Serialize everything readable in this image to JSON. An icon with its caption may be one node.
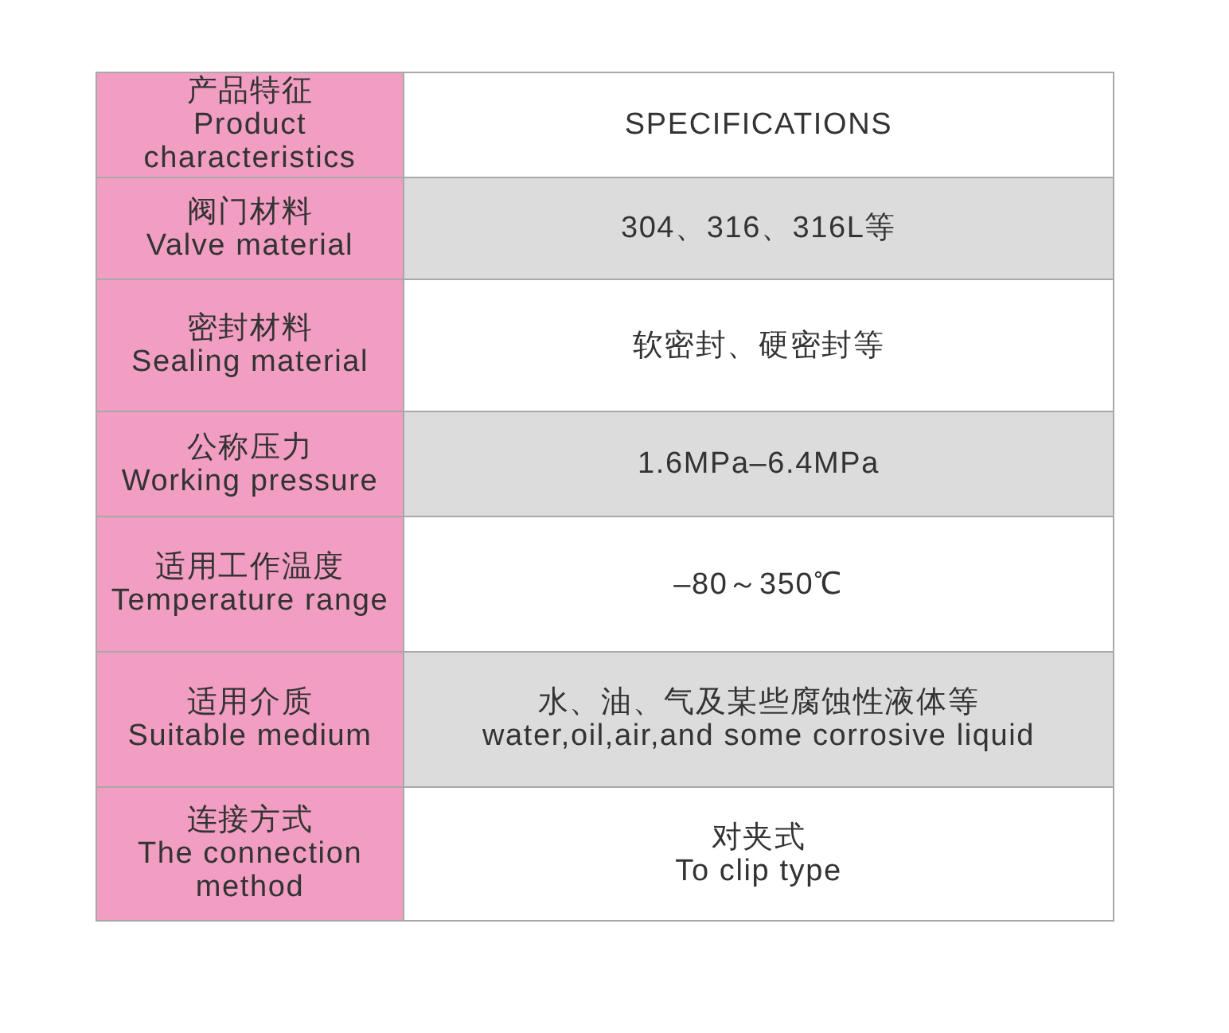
{
  "diagram": {
    "labels": [
      "产品特征",
      "Product characteristics",
      "SPECIFICATIONS",
      "阀门材料",
      "Valve material",
      "304、316、316L等",
      "密封材料",
      "Sealing material",
      "软密封、硬密封等",
      "公称压力",
      "Working pressure",
      "1.6MPa–6.4MPa",
      "适用工作温度",
      "Temperature range",
      "–80～350℃",
      "适用介质",
      "Suitable medium",
      "水、油、气及某些腐蚀性液体等",
      "water,oil,air,and some corrosive liquid",
      "连接方式",
      "The connection method",
      "对夹式",
      "To clip type"
    ]
  }
}
